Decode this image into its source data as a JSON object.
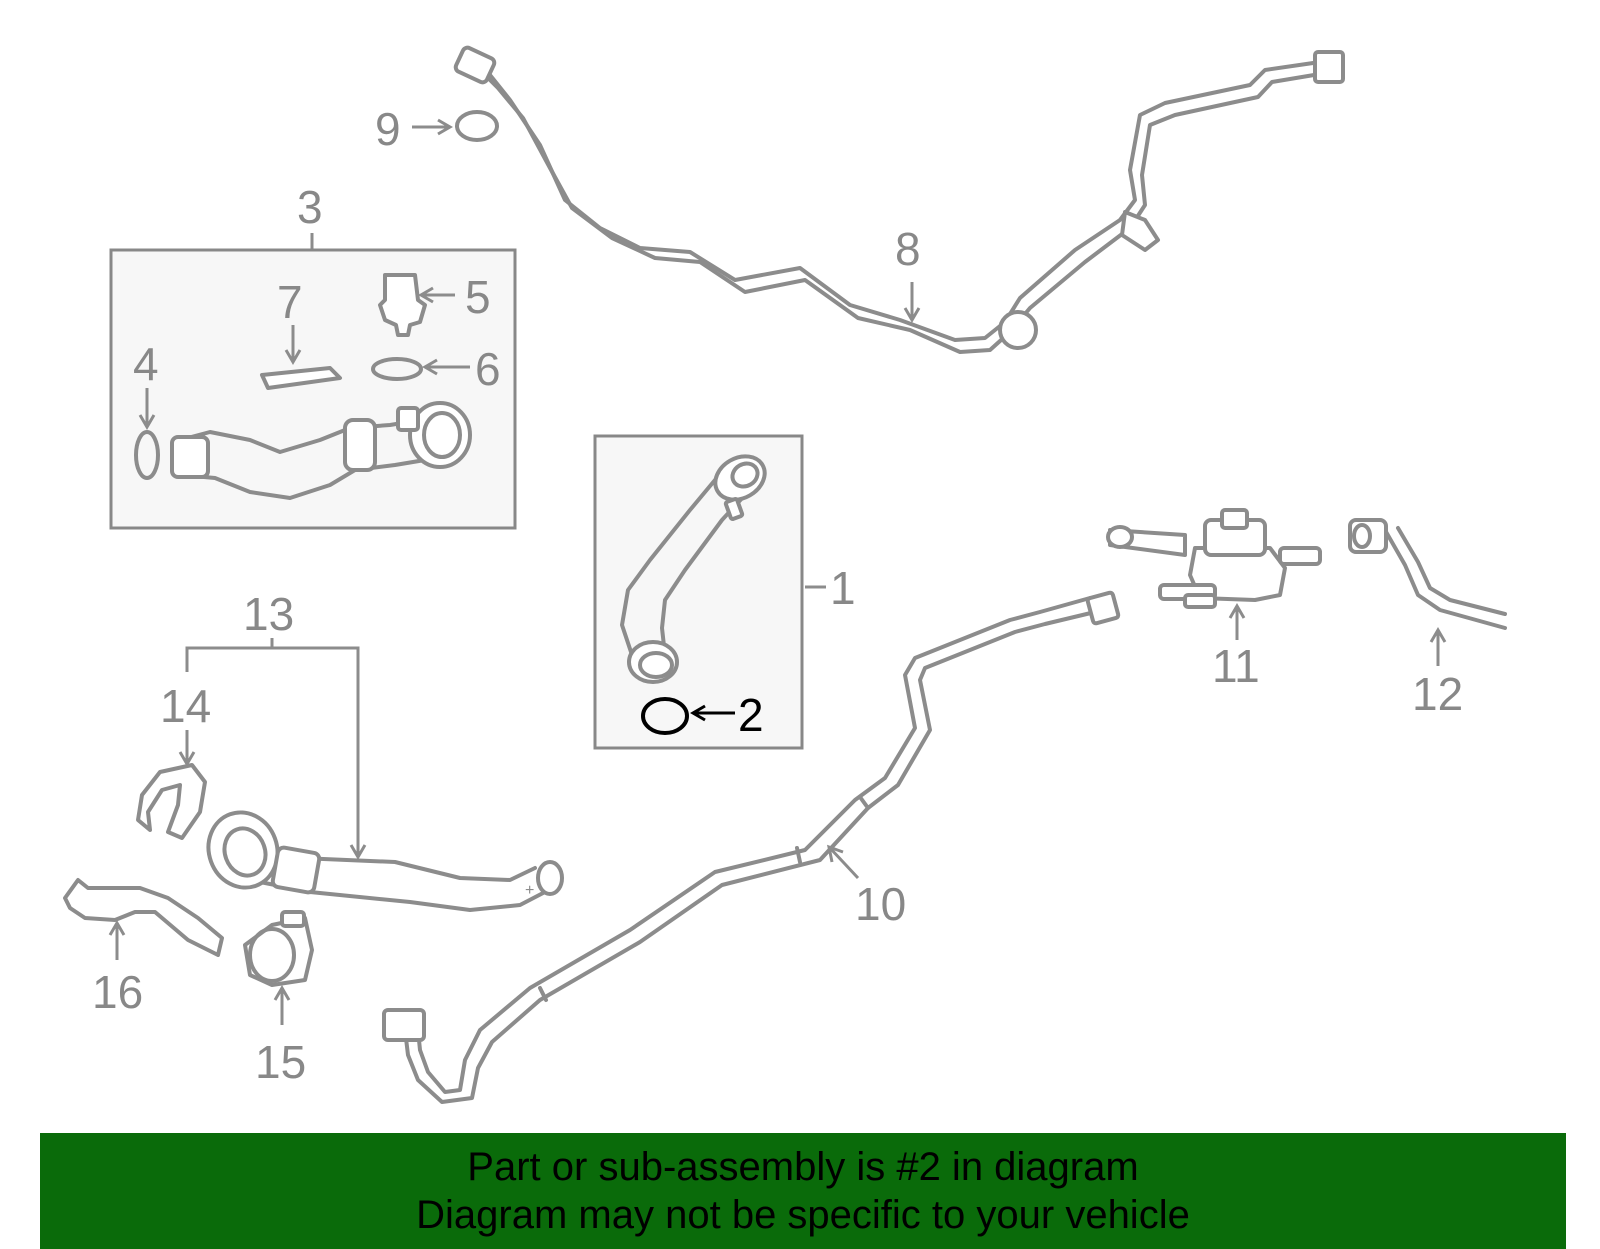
{
  "labels": {
    "p1": "1",
    "p2": "2",
    "p3": "3",
    "p4": "4",
    "p5": "5",
    "p6": "6",
    "p7": "7",
    "p8": "8",
    "p9": "9",
    "p10": "10",
    "p11": "11",
    "p12": "12",
    "p13": "13",
    "p14": "14",
    "p15": "15",
    "p16": "16"
  },
  "highlight_part": "2",
  "colors": {
    "banner": "#0a6b0a",
    "line": "#8c8c8c",
    "highlight": "#000000"
  },
  "banner": {
    "line1": "Part or sub-assembly is #2 in diagram",
    "line2": "Diagram may not be specific to your vehicle"
  }
}
